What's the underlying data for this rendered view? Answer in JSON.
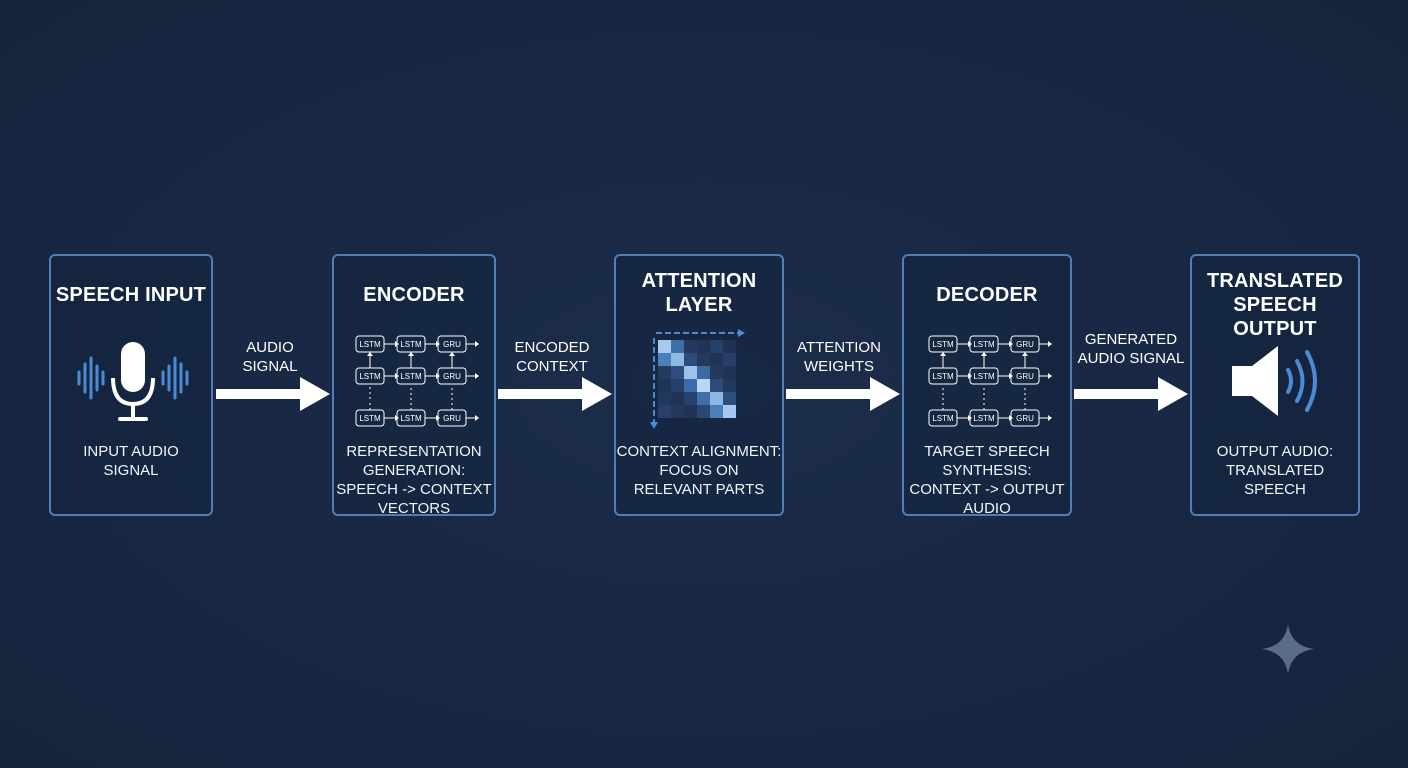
{
  "stages": [
    {
      "title": "SPEECH INPUT",
      "description": "INPUT AUDIO\nSIGNAL"
    },
    {
      "title": "ENCODER",
      "description": "REPRESENTATION\nGENERATION:\nSPEECH -> CONTEXT\nVECTORS"
    },
    {
      "title": "ATTENTION\nLAYER",
      "description": "CONTEXT ALIGNMENT:\nFOCUS ON\nRELEVANT PARTS"
    },
    {
      "title": "DECODER",
      "description": "TARGET SPEECH\nSYNTHESIS:\nCONTEXT -> OUTPUT\nAUDIO"
    },
    {
      "title": "TRANSLATED\nSPEECH OUTPUT",
      "description": "OUTPUT AUDIO:\nTRANSLATED\nSPEECH"
    }
  ],
  "arrows": [
    {
      "label": "AUDIO\nSIGNAL"
    },
    {
      "label": "ENCODED\nCONTEXT"
    },
    {
      "label": "ATTENTION\nWEIGHTS"
    },
    {
      "label": "GENERATED\nAUDIO SIGNAL"
    }
  ],
  "rnn_cells": {
    "col1": "LSTM",
    "col2": "LSTM",
    "col3": "GRU"
  },
  "colors": {
    "background": "#182843",
    "border": "#4f7fb6",
    "accent": "#4a8bd4",
    "text": "#ffffff"
  },
  "icons": {
    "input": "microphone-icon",
    "output": "speaker-icon",
    "watermark": "sparkle-icon"
  }
}
